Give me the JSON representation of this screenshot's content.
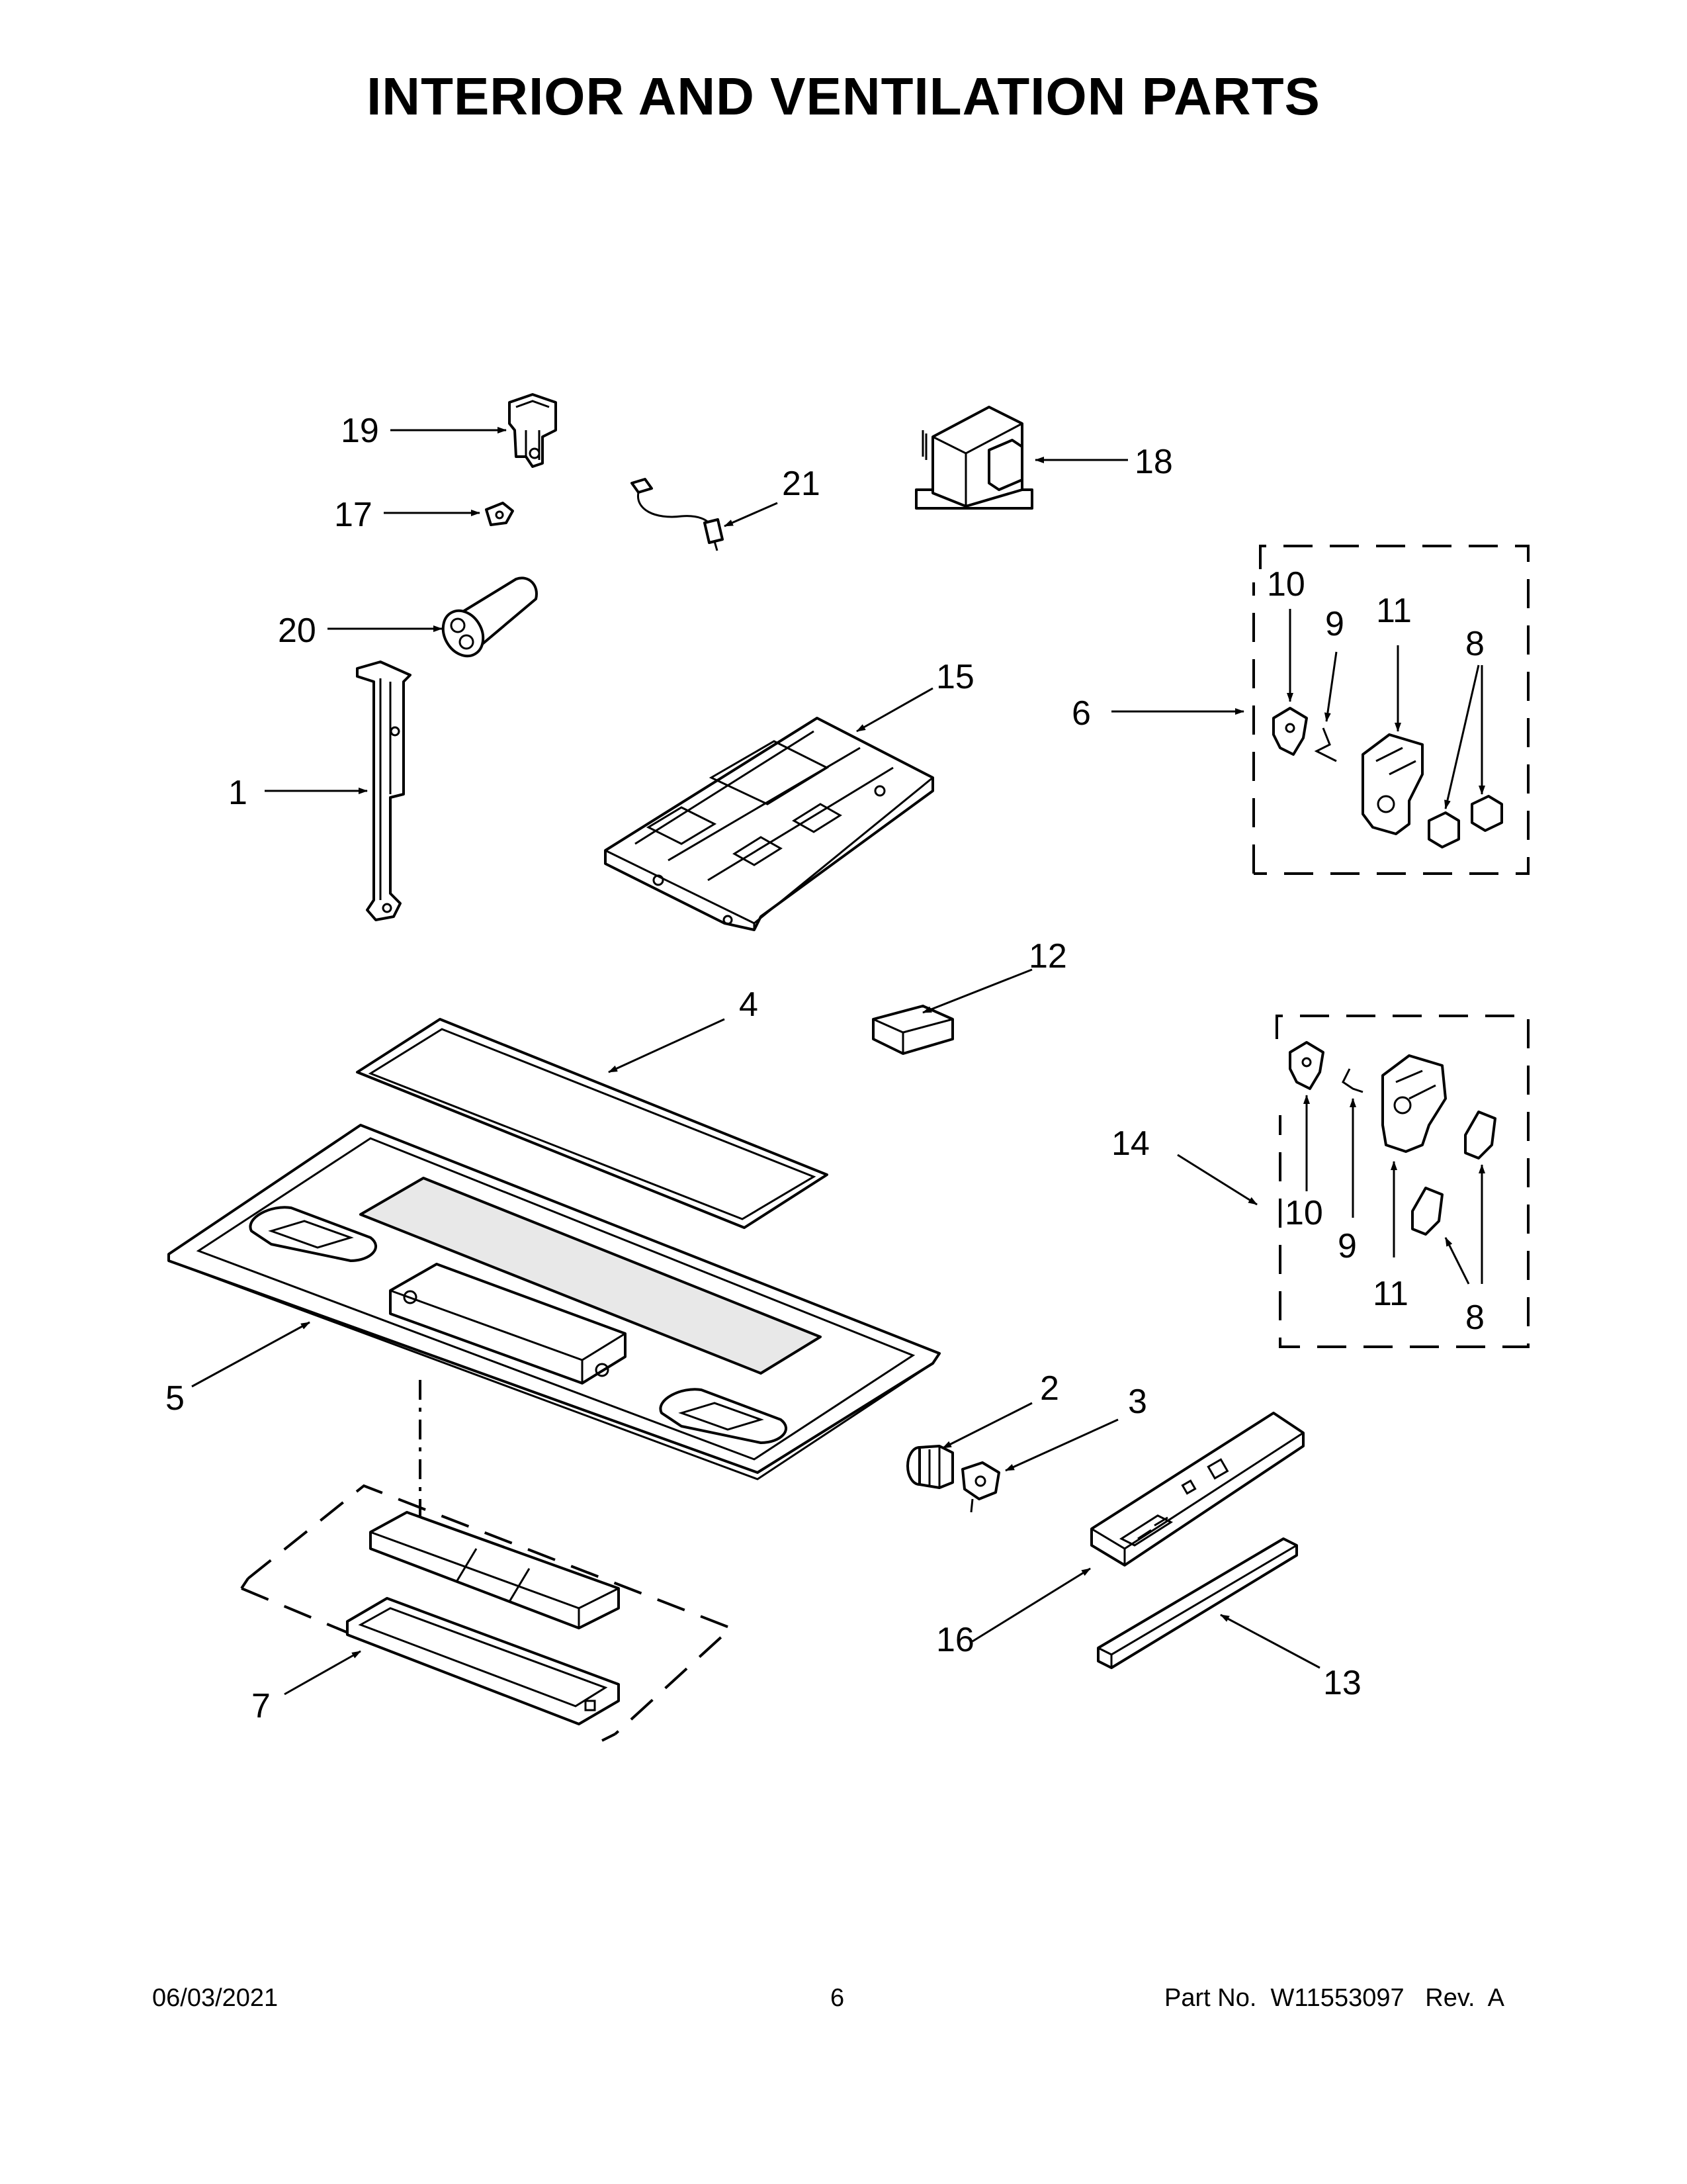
{
  "title": "INTERIOR AND VENTILATION PARTS",
  "callouts": {
    "c1": "1",
    "c2": "2",
    "c3": "3",
    "c4": "4",
    "c5": "5",
    "c6": "6",
    "c7": "7",
    "c8a": "8",
    "c8b": "8",
    "c9a": "9",
    "c9b": "9",
    "c10a": "10",
    "c10b": "10",
    "c11a": "11",
    "c11b": "11",
    "c12": "12",
    "c13": "13",
    "c14": "14",
    "c15": "15",
    "c16": "16",
    "c17": "17",
    "c18": "18",
    "c19": "19",
    "c20": "20",
    "c21": "21"
  },
  "footer": {
    "date": "06/03/2021",
    "page": "6",
    "part_number": "Part No.  W11553097   Rev.  A"
  }
}
